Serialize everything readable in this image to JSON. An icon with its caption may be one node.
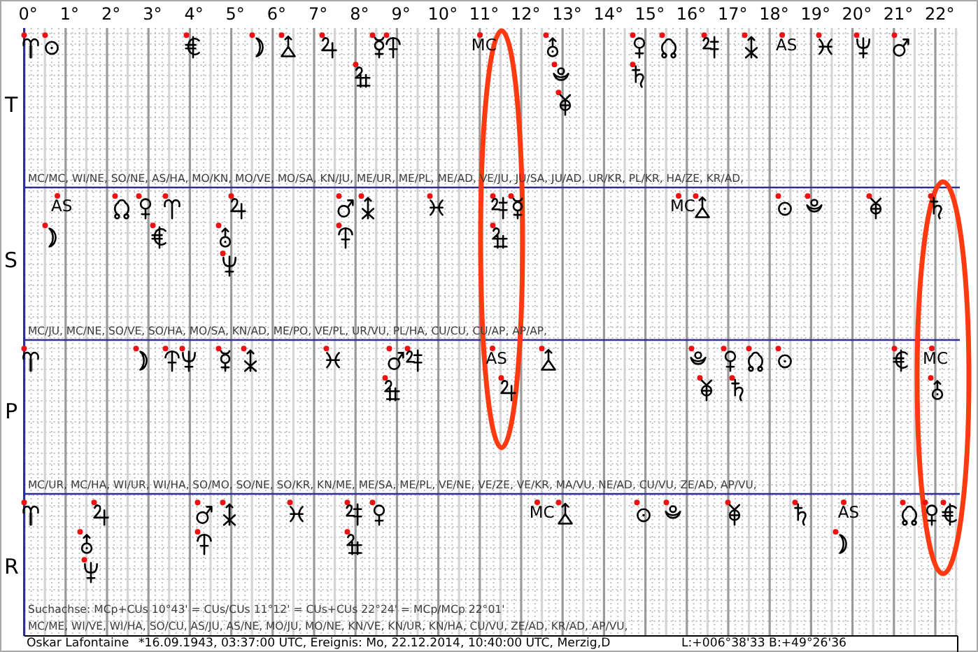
{
  "diagram": {
    "labels": [
      "0°",
      "1°",
      "2°",
      "3°",
      "4°",
      "5°",
      "6°",
      "7°",
      "8°",
      "9°",
      "10°",
      "11°",
      "12°",
      "13°",
      "14°",
      "15°",
      "16°",
      "17°",
      "18°",
      "19°",
      "20°",
      "21°",
      "22°",
      "MC",
      "AS",
      "T",
      "MC/MC, WI/NE, SO/NE, AS/HA, MO/KN, MO/VE, MO/SA, KN/JU, ME/UR, ME/PL, ME/AD, VE/JU, JU/SA, JU/AD, UR/KR, PL/KR, HA/ZE, KR/AD,",
      "AS",
      "MC",
      "S",
      "MC/JU, MC/NE, SO/VE, SO/HA, MO/SA, KN/AD, ME/PO, VE/PL, UR/VU, PL/HA, CU/CU, CU/AP, AP/AP,",
      "AS",
      "MC",
      "P",
      "MC/UR, MC/HA, WI/UR, WI/HA, SO/MO, SO/NE, SO/KR, KN/ME, ME/SA, ME/PL, VE/NE, VE/ZE, VE/KR, MA/VU, NE/AD, CU/VU, ZE/AD, AP/VU,",
      "MC",
      "AS",
      "R",
      "Suchachse: MCp+CUs 10°43' = CUs/CUs 11°12' = CUs+CUs 22°24' = MCp/MCp 22°01'",
      "MC/ME, WI/VE, WI/HA, SO/CU, AS/JU, AS/NE, MO/JU, MO/NE, KN/VE, KN/UR, KN/HA, CU/VU, ZE/AD, KR/AD, AP/VU,",
      "Oskar Lafontaine",
      "*16.09.1943, 03:37:00 UTC, Ereignis: Mo, 22.12.2014, 10:40:00 UTC, Merzig,D",
      "L:+006°38'33 B:+49°26'36"
    ]
  }
}
